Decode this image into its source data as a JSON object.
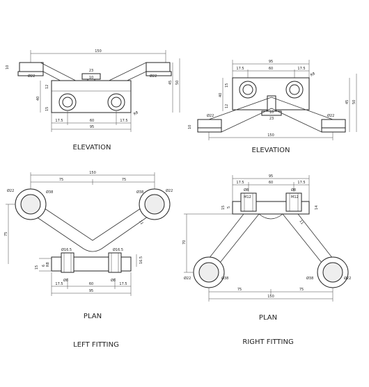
{
  "labels": {
    "elevation_left": "ELEVATION",
    "elevation_right": "ELEVATION",
    "plan_left": "PLAN",
    "plan_right": "PLAN",
    "left_fitting": "LEFT FITTING",
    "right_fitting": "RIGHT FITTING"
  },
  "dims": {
    "v150": "150",
    "v95": "95",
    "v60": "60",
    "v75": "75",
    "v17_5": "17.5",
    "v45": "45",
    "v50": "50",
    "v40": "40",
    "v10": "10",
    "v12": "12",
    "v14": "14",
    "v15": "15",
    "v16_5": "16.5",
    "v23": "23",
    "v70": "70",
    "d22": "Ø22",
    "d38": "Ø38",
    "d8": "Ø8",
    "d16_5": "Ø16.5",
    "r8": "R8",
    "r3": "R3",
    "m12": "M12",
    "s11": "11",
    "s6": "6",
    "s5": "5"
  }
}
